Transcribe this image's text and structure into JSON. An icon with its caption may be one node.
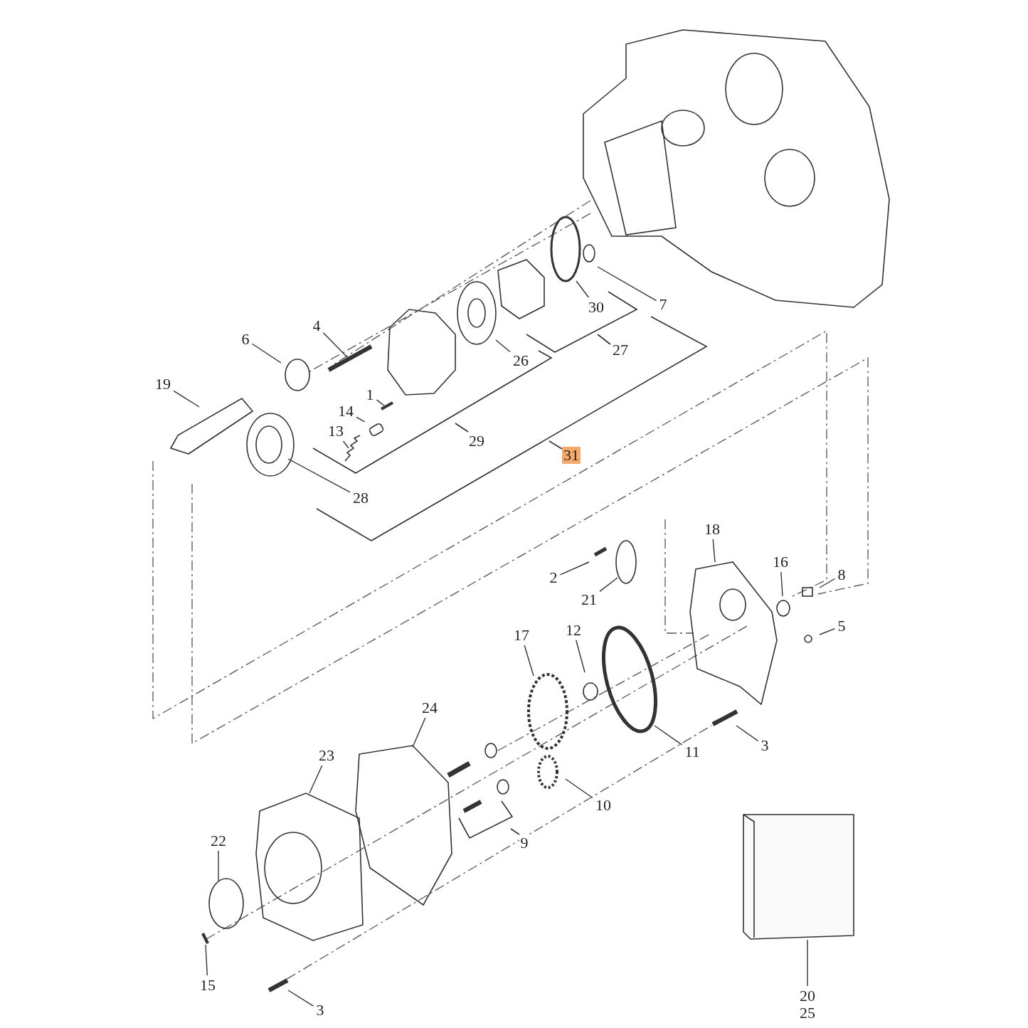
{
  "diagram": {
    "nodes": [
      {
        "text": [
          "30"
        ]
      },
      {
        "text": [
          "7"
        ]
      },
      {
        "text": [
          "4"
        ]
      },
      {
        "text": [
          "6"
        ]
      },
      {
        "text": [
          "26"
        ]
      },
      {
        "text": [
          "19"
        ]
      },
      {
        "text": [
          "1"
        ]
      },
      {
        "text": [
          "14"
        ]
      },
      {
        "text": [
          "13"
        ]
      },
      {
        "text": [
          "28"
        ]
      },
      {
        "text": [
          "18"
        ]
      },
      {
        "text": [
          "16"
        ]
      },
      {
        "text": [
          "8"
        ]
      },
      {
        "text": [
          "2"
        ]
      },
      {
        "text": [
          "21"
        ]
      },
      {
        "text": [
          "5"
        ]
      },
      {
        "text": [
          "12"
        ]
      },
      {
        "text": [
          "17"
        ]
      },
      {
        "text": [
          "24"
        ]
      },
      {
        "text": [
          "3"
        ]
      },
      {
        "text": [
          "11"
        ]
      },
      {
        "text": [
          "23"
        ]
      },
      {
        "text": [
          "10"
        ]
      },
      {
        "text": [
          "22"
        ]
      },
      {
        "text": [
          "15"
        ]
      },
      {
        "text": [
          "20",
          "25"
        ]
      },
      {
        "text": [
          "3"
        ]
      },
      {
        "text": [],
        "shape": "box"
      },
      {
        "text": [
          "27"
        ]
      },
      {
        "text": [
          "29"
        ]
      },
      {
        "text": [
          "31"
        ]
      },
      {
        "text": [
          "9"
        ]
      }
    ],
    "edges": [
      {
        "from": 0,
        "to": null,
        "arrow": "none"
      },
      {
        "from": 1,
        "to": null,
        "arrow": "none"
      },
      {
        "from": 2,
        "to": null,
        "arrow": "none"
      },
      {
        "from": 3,
        "to": null,
        "arrow": "none"
      },
      {
        "from": 4,
        "to": null,
        "arrow": "none"
      },
      {
        "from": 5,
        "to": null,
        "arrow": "none"
      },
      {
        "from": 6,
        "to": null,
        "arrow": "none"
      },
      {
        "from": 7,
        "to": null,
        "arrow": "none"
      },
      {
        "from": 8,
        "to": null,
        "arrow": "none"
      },
      {
        "from": 9,
        "to": null,
        "arrow": "none"
      },
      {
        "from": 10,
        "to": null,
        "arrow": "none"
      },
      {
        "from": 11,
        "to": null,
        "arrow": "none"
      },
      {
        "from": 12,
        "to": null,
        "arrow": "none"
      },
      {
        "from": 13,
        "to": null,
        "arrow": "none"
      },
      {
        "from": 14,
        "to": null,
        "arrow": "none"
      },
      {
        "from": 15,
        "to": null,
        "arrow": "none"
      },
      {
        "from": 16,
        "to": null,
        "arrow": "none"
      },
      {
        "from": 17,
        "to": null,
        "arrow": "none"
      },
      {
        "from": 18,
        "to": null,
        "arrow": "none"
      },
      {
        "from": 19,
        "to": null,
        "arrow": "none"
      },
      {
        "from": 20,
        "to": null,
        "arrow": "none"
      },
      {
        "from": 21,
        "to": null,
        "arrow": "none"
      },
      {
        "from": 22,
        "to": null,
        "arrow": "none"
      },
      {
        "from": 23,
        "to": null,
        "arrow": "none"
      },
      {
        "from": 24,
        "to": null,
        "arrow": "none"
      },
      {
        "from": 25,
        "to": 27,
        "arrow": "none"
      },
      {
        "from": 26,
        "to": null,
        "arrow": "none"
      }
    ]
  }
}
